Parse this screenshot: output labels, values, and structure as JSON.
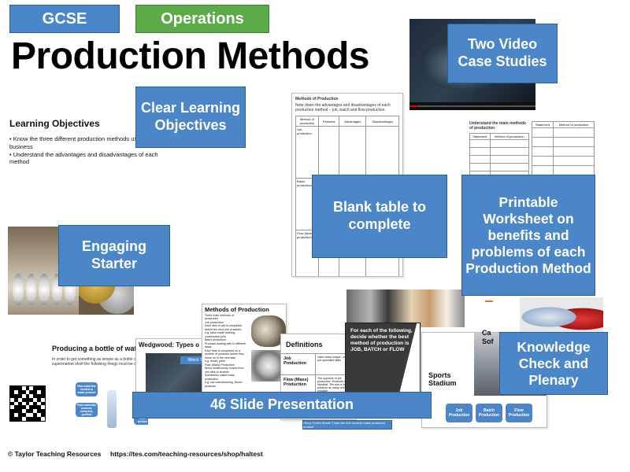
{
  "tags": {
    "gcse": "GCSE",
    "operations": "Operations"
  },
  "title": "Production Methods",
  "callouts": {
    "video": "Two Video Case Studies",
    "objectives": "Clear Learning Objectives",
    "blank_table": "Blank table to complete",
    "worksheet": "Printable Worksheet on benefits and problems of each Production Method",
    "starter": "Engaging Starter",
    "knowledge": "Knowledge Check and Plenary",
    "presentation": "46 Slide Presentation"
  },
  "learning_objectives": {
    "heading": "Learning Objectives",
    "items": [
      "Know the three different production methods used by a business",
      "Understand the advantages and disadvantages of each method"
    ]
  },
  "blank_table": {
    "heading": "Methods of Production",
    "intro": "Note down the advantages and disadvantages of each production method – job, batch and flow production.",
    "columns": [
      "Method of production",
      "Features",
      "Advantages",
      "Disadvantages"
    ],
    "rows": [
      "Job production",
      "Batch production",
      "Flow (Mass) production"
    ]
  },
  "worksheet": {
    "heading": "Understand the main methods of production",
    "col_statement": "Statement",
    "col_method": "Method of production"
  },
  "slides": {
    "methods": {
      "heading": "Methods of Production",
      "items": [
        "Three main methods of production",
        "Job production",
        "Each item or job is completed before the next one is started",
        "e.g. tailor made clothing, construction jobs",
        "Batch production",
        "Products dealing with in different tasks",
        "Each task is completed on a number of products before they move on to the next task",
        "e.g. bread, paint",
        "Flow (Mass) Production",
        "Items continuously moves from one task to another",
        "Sometimes called mass production",
        "e.g. car manufacturing, tinned products"
      ]
    },
    "bottle": {
      "heading": "Producing a bottle of wate",
      "text": "In order to get something as simple as a bottle of wate supermarket shelf the following things must be done:",
      "boxes": [
        "Raw materials needed to make product",
        "Raw materials sourced, extracted, purified",
        "Water bottled"
      ]
    },
    "wedgwood": {
      "heading": "Wedgwood: Types o",
      "video_label": "Which Tea M"
    },
    "definitions": {
      "heading": "Definitions",
      "rows": [
        {
          "term": "Job Production",
          "desc": "Used when unique, one-off pro specialist skills"
        },
        {
          "term": "Flow (Mass) Production",
          "desc": "The opposite of job production. Products are identical. The aim is to produce as many of them as possible."
        }
      ]
    },
    "decide": {
      "text": "For each of the following, decide whether the best method of production is JOB, BATCH or FLOW"
    },
    "stadium": {
      "heading": "Sports Stadium",
      "buttons": [
        "Job Production",
        "Batch Production",
        "Flow Production"
      ]
    },
    "henry": {
      "text": "Henry Ford's Model T was the first modern mass produced product"
    },
    "cars": {
      "text": "Ca Sof"
    }
  },
  "footer": {
    "copyright": "© Taylor Teaching Resources",
    "url": "https://tes.com/teaching-resources/shop/haltest"
  },
  "colors": {
    "callout_blue": "#4a86c8",
    "tag_green": "#5daa4a",
    "accent_orange": "#e87722"
  },
  "video_progress": 0.06
}
